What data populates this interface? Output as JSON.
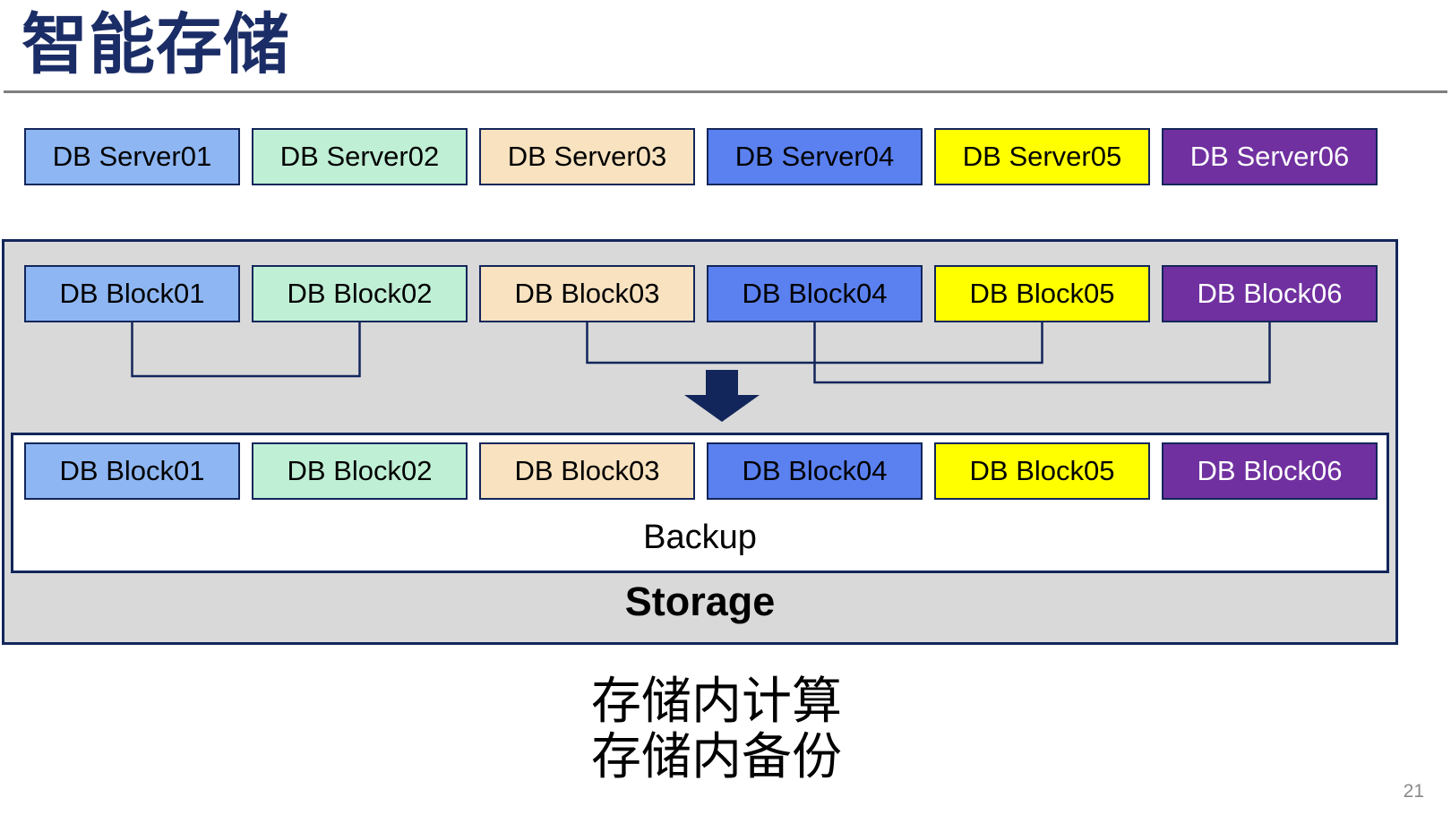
{
  "title": "智能存储",
  "server_row": {
    "items": [
      {
        "label": "DB Server01"
      },
      {
        "label": "DB Server02"
      },
      {
        "label": "DB Server03"
      },
      {
        "label": "DB Server04"
      },
      {
        "label": "DB Server05"
      },
      {
        "label": "DB Server06"
      }
    ]
  },
  "storage_panel": {
    "block_row_top": {
      "items": [
        {
          "label": "DB Block01"
        },
        {
          "label": "DB Block02"
        },
        {
          "label": "DB Block03"
        },
        {
          "label": "DB Block04"
        },
        {
          "label": "DB Block05"
        },
        {
          "label": "DB Block06"
        }
      ]
    },
    "block_row_bottom": {
      "items": [
        {
          "label": "DB Block01"
        },
        {
          "label": "DB Block02"
        },
        {
          "label": "DB Block03"
        },
        {
          "label": "DB Block04"
        },
        {
          "label": "DB Block05"
        },
        {
          "label": "DB Block06"
        }
      ]
    },
    "backup_label": "Backup",
    "storage_label": "Storage"
  },
  "caption": {
    "line1": "存储内计算",
    "line2": "存储内备份"
  },
  "page_number": "21",
  "palette": [
    {
      "name": "light-blue",
      "bg": "#8EB6F2",
      "fg": "#000000"
    },
    {
      "name": "mint-green",
      "bg": "#BFEFD5",
      "fg": "#000000"
    },
    {
      "name": "wheat",
      "bg": "#F8E2BF",
      "fg": "#000000"
    },
    {
      "name": "cornflower",
      "bg": "#5B81F0",
      "fg": "#000000"
    },
    {
      "name": "yellow",
      "bg": "#FFFF00",
      "fg": "#000000"
    },
    {
      "name": "purple",
      "bg": "#7030A0",
      "fg": "#FFFFFF"
    }
  ],
  "colors": {
    "navy": "#13265B",
    "title": "#1B2D66",
    "panel": "#D9D9D9",
    "rule": "#7F7F7F",
    "ink": "#000000",
    "pagenum": "#8A8A8A"
  }
}
